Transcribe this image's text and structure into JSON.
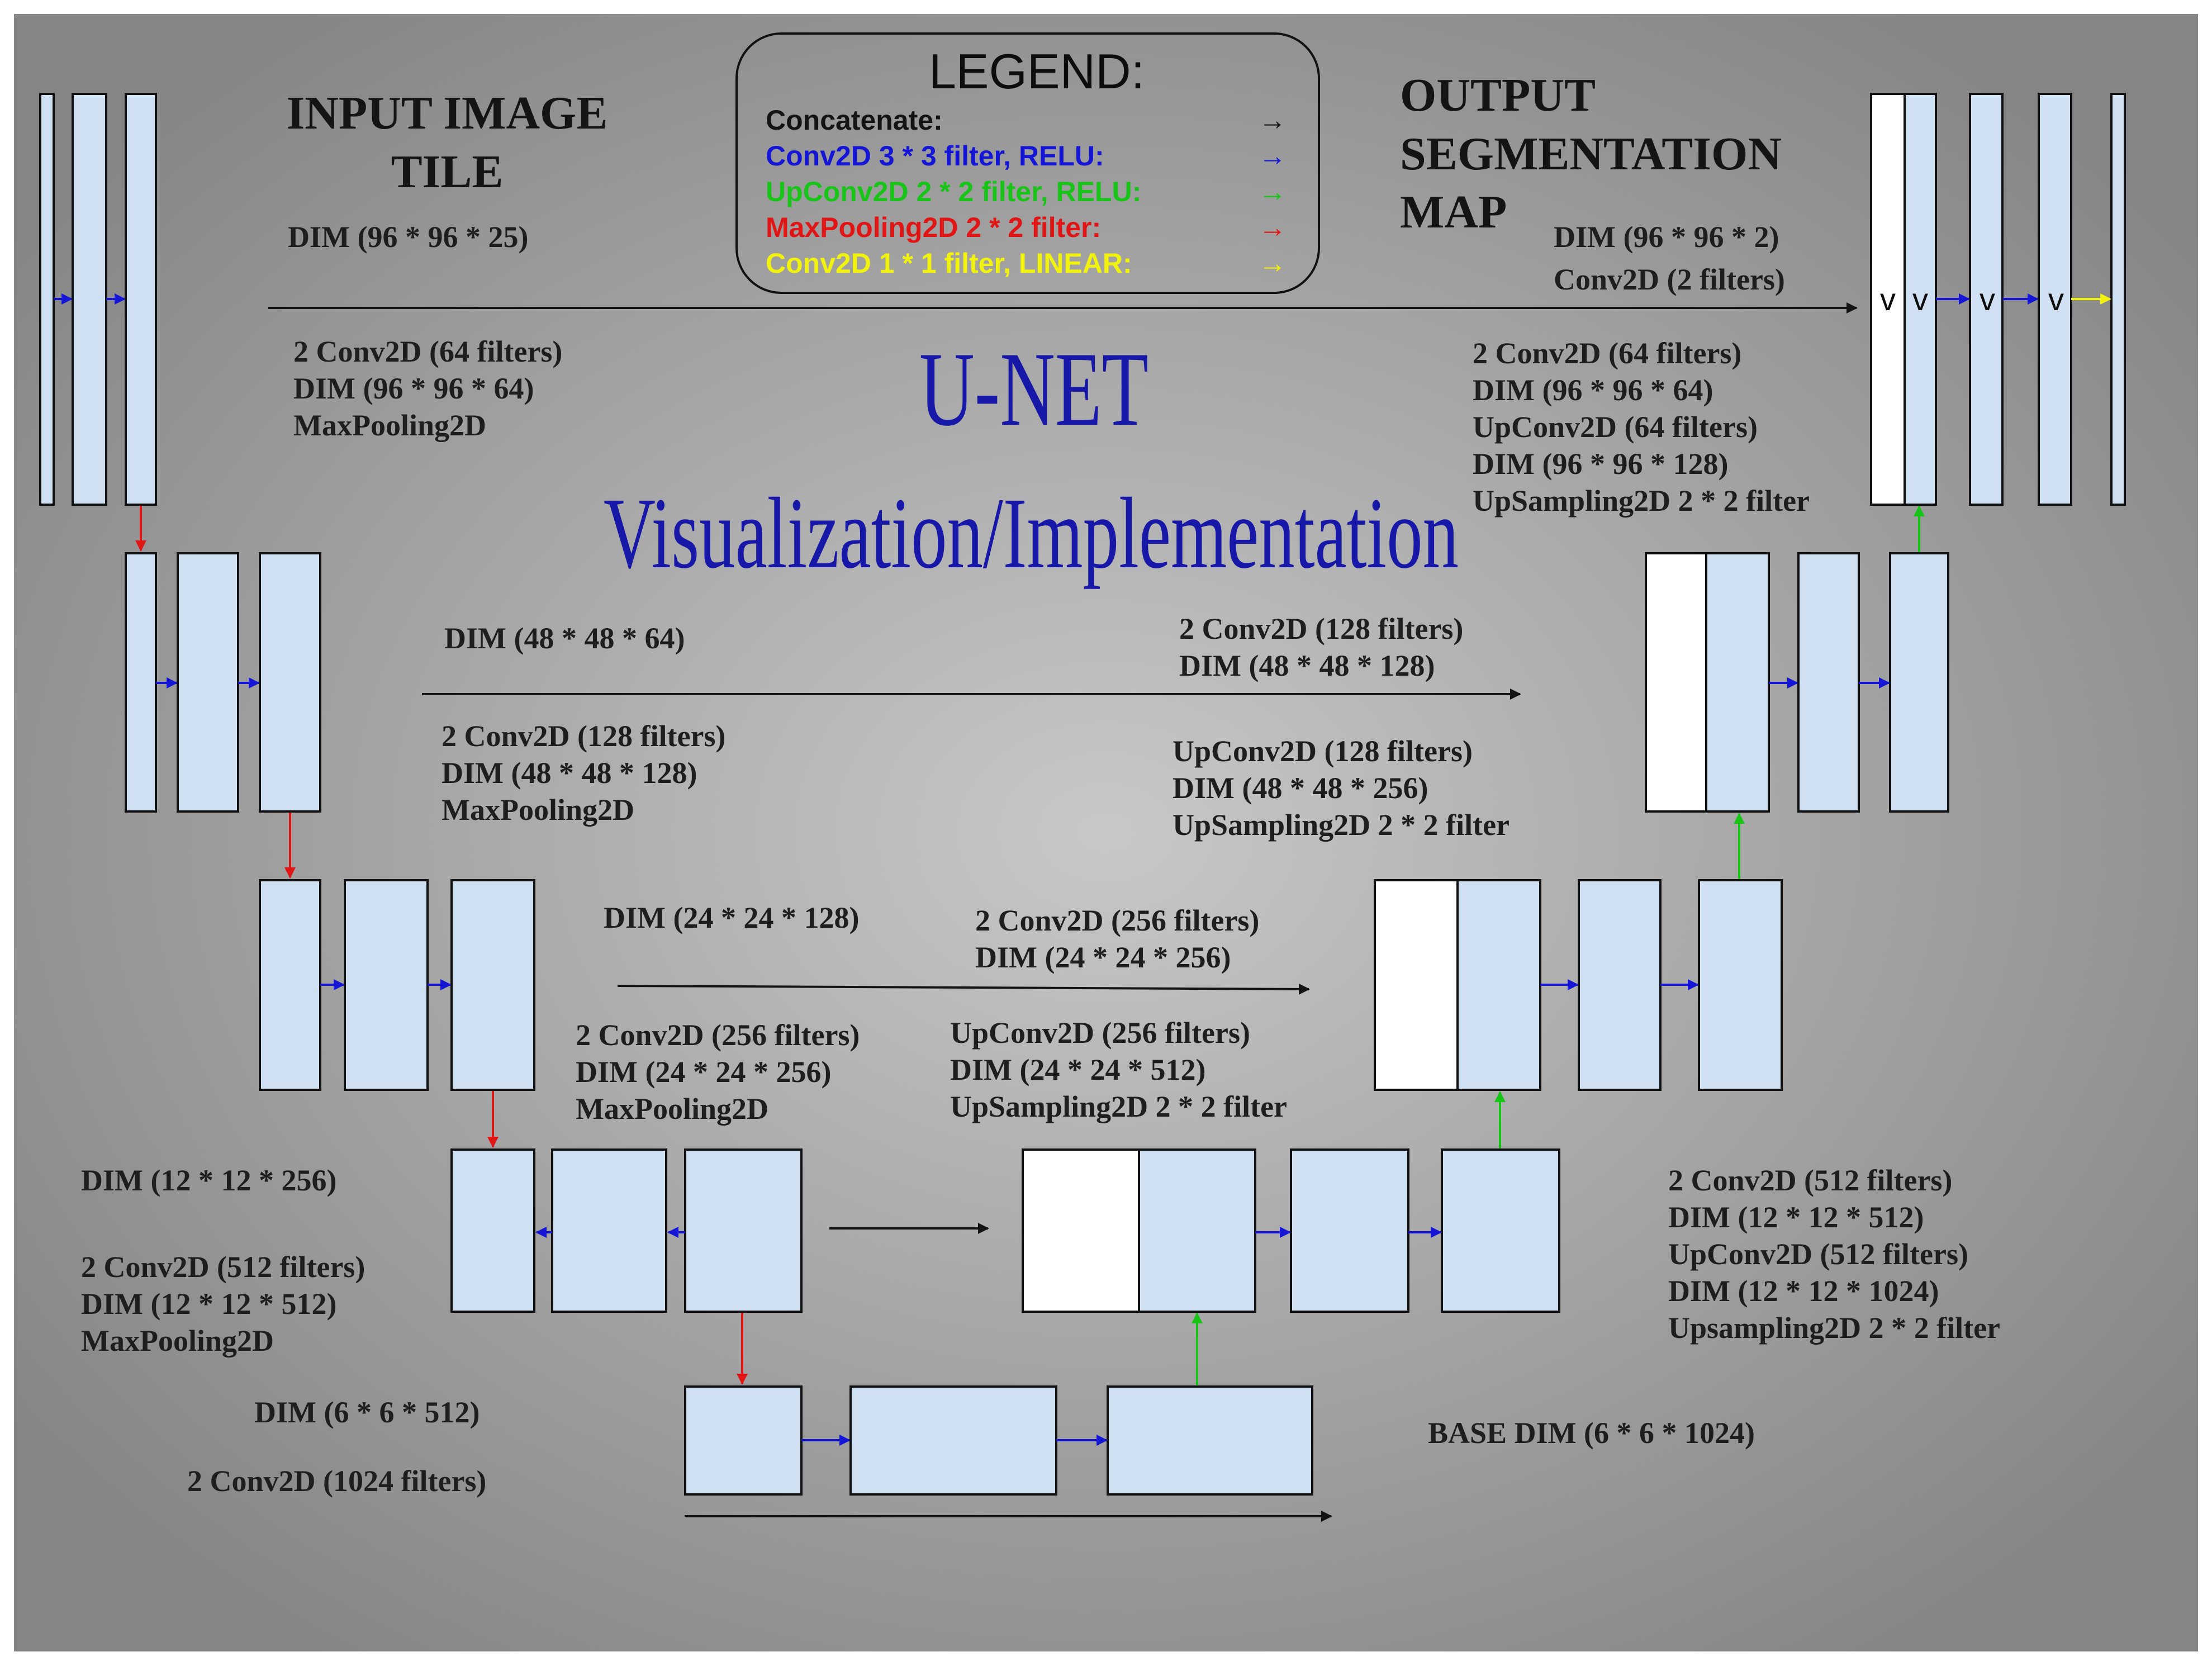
{
  "title": {
    "line1": "U-NET",
    "line2": "Visualization/Implementation"
  },
  "legend": {
    "title": "LEGEND:",
    "items": [
      {
        "label": "Concatenate:",
        "color": "#141414",
        "arrow": "→"
      },
      {
        "label": "Conv2D 3 * 3 filter, RELU:",
        "color": "#1515d6",
        "arrow": "→"
      },
      {
        "label": "UpConv2D 2 * 2 filter, RELU:",
        "color": "#18c418",
        "arrow": "→"
      },
      {
        "label": "MaxPooling2D 2 * 2 filter:",
        "color": "#e01515",
        "arrow": "→"
      },
      {
        "label": "Conv2D 1 * 1 filter, LINEAR:",
        "color": "#f2f20f",
        "arrow": "→"
      }
    ]
  },
  "input": {
    "heading_line1": "INPUT IMAGE",
    "heading_line2": "TILE",
    "dim": "DIM (96 * 96 * 25)"
  },
  "output": {
    "heading_line1": "OUTPUT",
    "heading_line2": "SEGMENTATION",
    "heading_line3": "MAP",
    "dim": "DIM (96 * 96 * 2)",
    "conv": "Conv2D (2 filters)"
  },
  "encoder": {
    "level1": {
      "l1": "2 Conv2D (64 filters)",
      "l2": "DIM (96 * 96 * 64)",
      "l3": "MaxPooling2D"
    },
    "level2": {
      "dim": "DIM (48 * 48 * 64)",
      "l1": "2 Conv2D (128 filters)",
      "l2": "DIM (48 * 48 * 128)",
      "l3": "MaxPooling2D"
    },
    "level3": {
      "dim": "DIM (24 * 24 * 128)",
      "l1": "2 Conv2D (256 filters)",
      "l2": "DIM (24 * 24 * 256)",
      "l3": "MaxPooling2D"
    },
    "level4": {
      "dim": "DIM (12 * 12 * 256)",
      "l1": "2 Conv2D (512 filters)",
      "l2": "DIM (12 * 12 * 512)",
      "l3": "MaxPooling2D"
    },
    "base": {
      "dim": "DIM (6 * 6 * 512)",
      "conv": "2 Conv2D (1024 filters)",
      "base_dim": "BASE DIM (6 * 6 * 1024)"
    }
  },
  "decoder": {
    "level1": {
      "l1": "2 Conv2D (64 filters)",
      "l2": "DIM (96 * 96 * 64)",
      "l3": "UpConv2D (64 filters)",
      "l4": "DIM (96 * 96 * 128)",
      "l5": "UpSampling2D 2 * 2 filter"
    },
    "level2": {
      "l1": "2 Conv2D (128 filters)",
      "l2": "DIM (48 * 48 * 128)",
      "l3": "UpConv2D (128 filters)",
      "l4": "DIM (48 * 48 * 256)",
      "l5": "UpSampling2D 2 * 2 filter"
    },
    "level3": {
      "l1": "2 Conv2D (256 filters)",
      "l2": "DIM (24 * 24 * 256)",
      "l3": "UpConv2D (256 filters)",
      "l4": "DIM (24 * 24 * 512)",
      "l5": "UpSampling2D 2 * 2 filter"
    },
    "level4": {
      "l1": "2 Conv2D (512 filters)",
      "l2": "DIM (12 * 12 * 512)",
      "l3": "UpConv2D (512 filters)",
      "l4": "DIM (12 * 12 * 1024)",
      "l5": "Upsampling2D 2 * 2 filter"
    }
  },
  "colors": {
    "block": "#cfe0f2",
    "concat_block": "#ffffff",
    "conv_arrow": "#1515d6",
    "up_arrow": "#18c418",
    "pool_arrow": "#e01515",
    "linear_arrow": "#f2f20f",
    "skip_arrow": "#141414"
  }
}
